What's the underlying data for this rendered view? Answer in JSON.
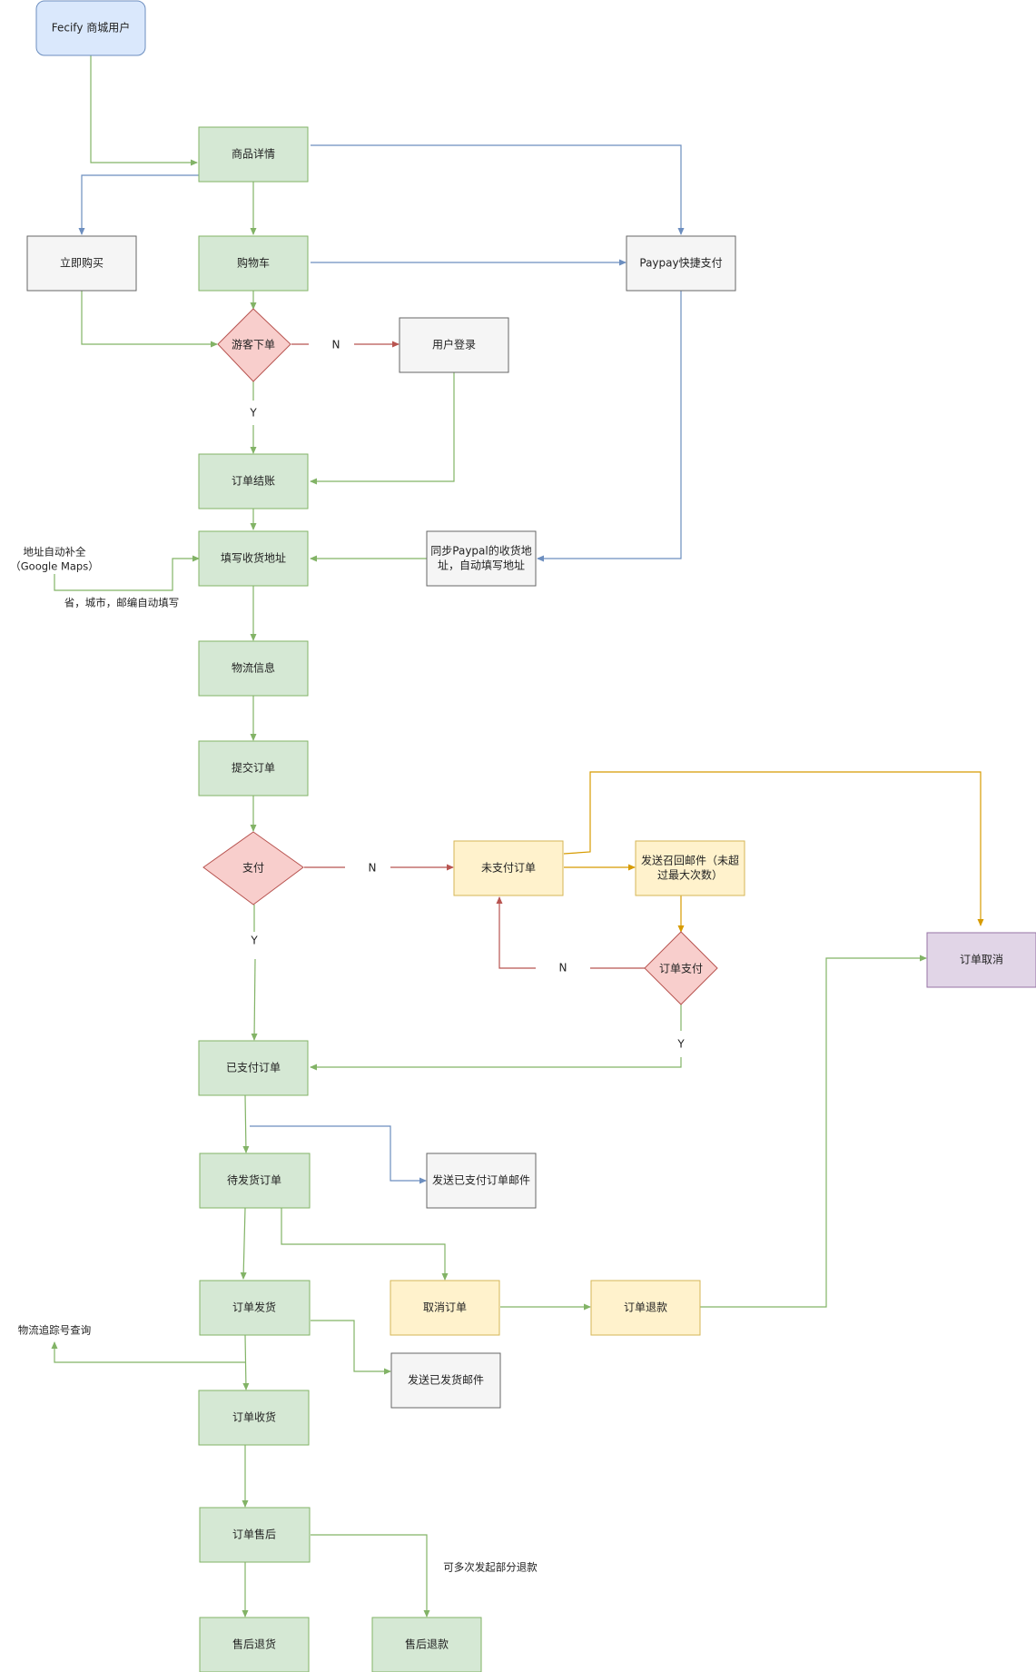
{
  "colors": {
    "green_fill": "#d5e8d4",
    "green_stroke": "#82b366",
    "blue_fill": "#dae8fc",
    "blue_stroke": "#6c8ebf",
    "red_fill": "#f8cecc",
    "red_stroke": "#b85450",
    "yellow_fill": "#fff2cc",
    "yellow_stroke": "#d6b656",
    "gray_fill": "#f5f5f5",
    "gray_stroke": "#666666",
    "purple_fill": "#e1d5e7",
    "purple_stroke": "#9673a6",
    "orange_edge": "#d79b00"
  },
  "nodes": {
    "user": "Fecify 商城用户",
    "product": "商品详情",
    "buy_now": "立即购买",
    "cart": "购物车",
    "paypal_fast": "Paypay快捷支付",
    "guest": "游客下单",
    "login": "用户登录",
    "checkout": "订单结账",
    "address": "填写收货地址",
    "paypal_sync_1": "同步Paypal的收货地",
    "paypal_sync_2": "址，自动填写地址",
    "shipping": "物流信息",
    "submit": "提交订单",
    "pay": "支付",
    "unpaid": "未支付订单",
    "recall_1": "发送召回邮件（未超",
    "recall_2": "过最大次数）",
    "order_pay": "订单支付",
    "cancel_order_state": "订单取消",
    "paid": "已支付订单",
    "pending_ship": "待发货订单",
    "paid_mail": "发送已支付订单邮件",
    "ship": "订单发货",
    "cancel": "取消订单",
    "refund": "订单退款",
    "shipped_mail": "发送已发货邮件",
    "received": "订单收货",
    "after_sale": "订单售后",
    "return_goods": "售后退货",
    "after_refund": "售后退款"
  },
  "notes": {
    "autocomplete_1": "地址自动补全",
    "autocomplete_2": "（Google Maps）",
    "autofill": "省，城市，邮编自动填写",
    "tracking": "物流追踪号查询",
    "partial_refund": "可多次发起部分退款"
  },
  "edge_labels": {
    "guest_n": "N",
    "guest_y": "Y",
    "pay_n": "N",
    "pay_y": "Y",
    "order_pay_n": "N",
    "order_pay_y": "Y"
  }
}
